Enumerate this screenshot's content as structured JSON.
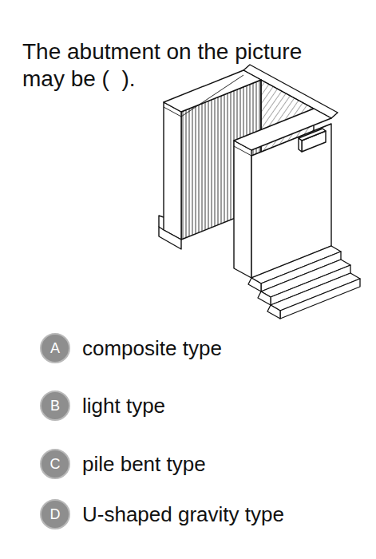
{
  "diagram": {
    "title": "The abutment on the picture may be (  ).",
    "nodes": [
      {
        "text": [
          "A"
        ]
      },
      {
        "text": [
          "B"
        ]
      },
      {
        "text": [
          "C"
        ]
      },
      {
        "text": [
          "D"
        ]
      }
    ],
    "labels": [
      "composite type",
      "light type",
      "pile bent type",
      "U-shaped gravity type"
    ]
  }
}
